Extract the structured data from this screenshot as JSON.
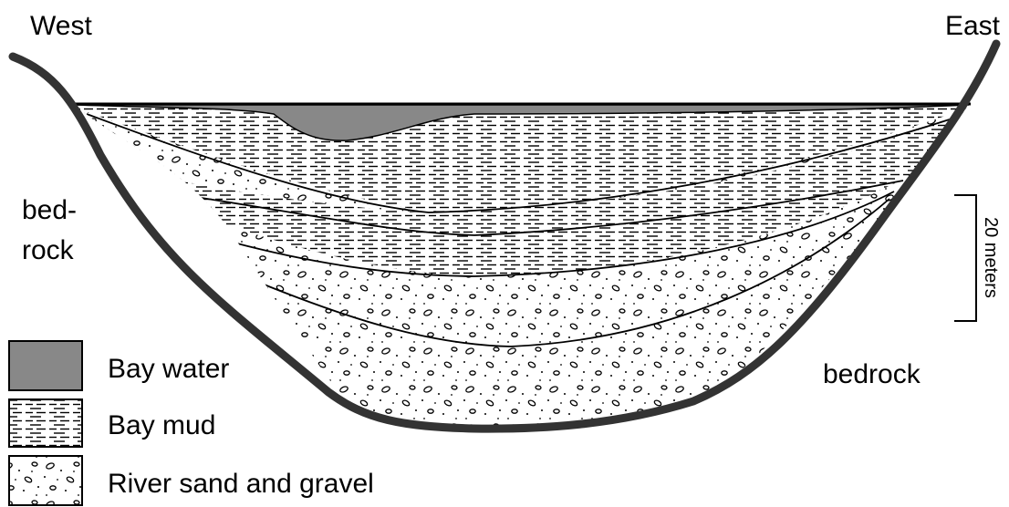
{
  "orientation": {
    "west": "West",
    "east": "East"
  },
  "bedrock_left": {
    "line1": "bed-",
    "line2": "rock"
  },
  "bedrock_right": "bedrock",
  "scale_bar": {
    "label": "20 meters"
  },
  "legend": [
    {
      "key": "bay-water",
      "label": "Bay water"
    },
    {
      "key": "bay-mud",
      "label": "Bay mud"
    },
    {
      "key": "river-sand-gravel",
      "label": "River sand and gravel"
    }
  ],
  "colors": {
    "water": "#888888",
    "outline": "#333333",
    "ink": "#000000",
    "background": "#ffffff"
  }
}
